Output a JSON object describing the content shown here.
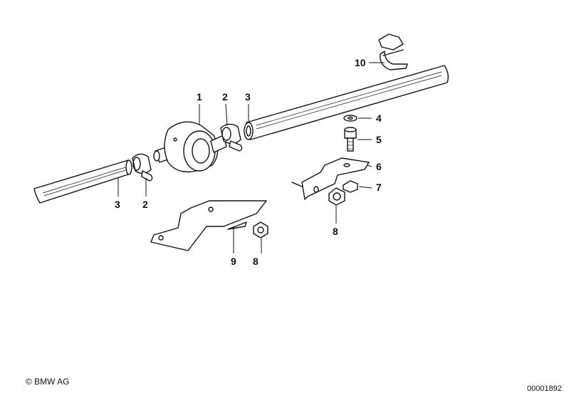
{
  "callouts": {
    "c1": "1",
    "c2a": "2",
    "c3a": "3",
    "c2b": "2",
    "c3b": "3",
    "c4": "4",
    "c5": "5",
    "c6": "6",
    "c7": "7",
    "c8a": "8",
    "c8b": "8",
    "c9": "9",
    "c10": "10"
  },
  "footer": {
    "copyright": "© BMW AG",
    "drawing_number": "00001892"
  }
}
